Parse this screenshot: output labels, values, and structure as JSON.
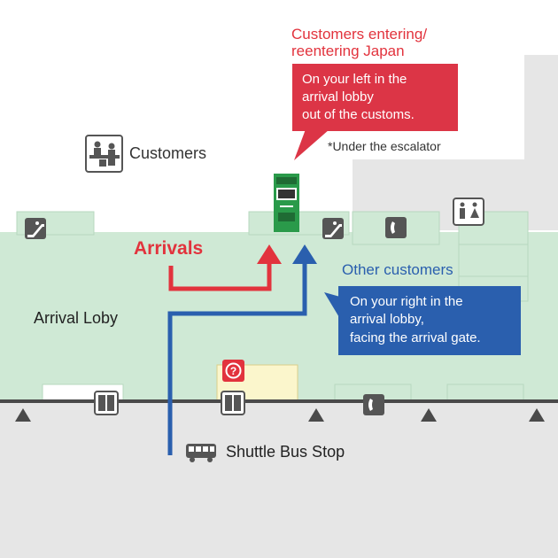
{
  "map": {
    "route_labels": {
      "entering_title_line1": "Customers entering/",
      "entering_title_line2": "reentering Japan",
      "other_title": "Other customers"
    },
    "callouts": {
      "red": {
        "line1": "On your left in the",
        "line2": "arrival lobby",
        "line3": "out of the customs.",
        "color": "#dc3546"
      },
      "blue": {
        "line1": "On your right in the",
        "line2": "arrival lobby,",
        "line3": "facing the arrival gate.",
        "color": "#2a5fae"
      }
    },
    "note": "*Under the escalator",
    "area_labels": {
      "customers": "Customers",
      "arrivals": "Arrivals",
      "arrival_lobby": "Arrival Loby",
      "shuttle_bus_stop": "Shuttle Bus Stop"
    },
    "colors": {
      "lobby": "#cfe9d5",
      "building_gray": "#e6e6e6",
      "red": "#e2333d",
      "blue": "#2a5fae",
      "machine_green": "#2a9a4a",
      "info_yellow": "#fbf6cc",
      "info_red": "#e2333d"
    },
    "icons": [
      "customs-icon",
      "escalator-icon",
      "phone-icon",
      "restroom-icon",
      "elevator-icon",
      "information-icon",
      "bus-icon",
      "exit-triangle-icon",
      "ticket-machine-icon"
    ]
  }
}
